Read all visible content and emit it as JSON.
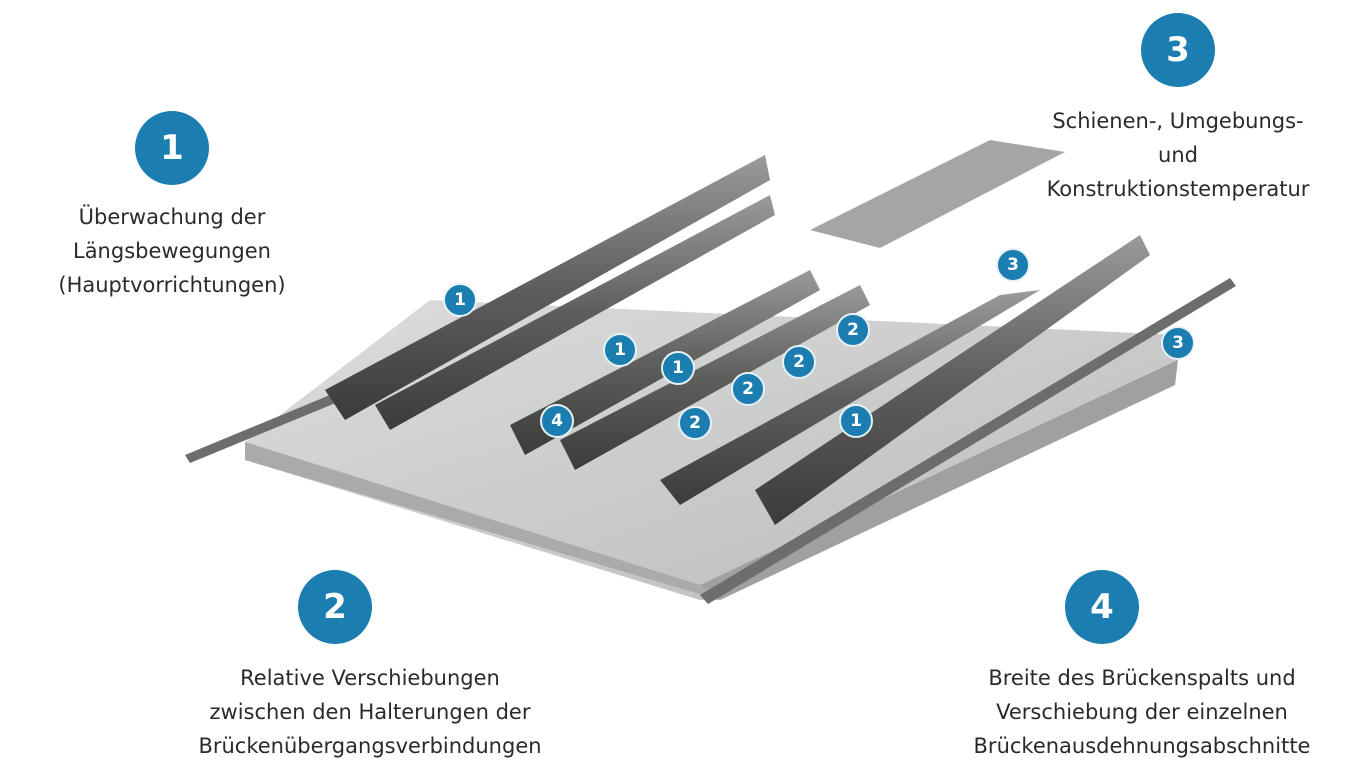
{
  "legend": [
    {
      "number": "1",
      "lines": [
        "Überwachung der",
        "Längsbewegungen",
        "(Hauptvorrichtungen)"
      ]
    },
    {
      "number": "2",
      "lines": [
        "Relative Verschiebungen",
        "zwischen den Halterungen der",
        "Brückenübergangsverbindungen"
      ]
    },
    {
      "number": "3",
      "lines": [
        "Schienen-, Umgebungs-",
        "und",
        "Konstruktionstemperatur"
      ]
    },
    {
      "number": "4",
      "lines": [
        "Breite des Brückenspalts und",
        "Verschiebung der einzelnen",
        "Brückenausdehnungsabschnitte"
      ]
    }
  ],
  "markers": [
    "1",
    "1",
    "1",
    "2",
    "2",
    "2",
    "2",
    "4",
    "1",
    "3",
    "3"
  ],
  "colors": {
    "accent": "#1b7db0"
  }
}
